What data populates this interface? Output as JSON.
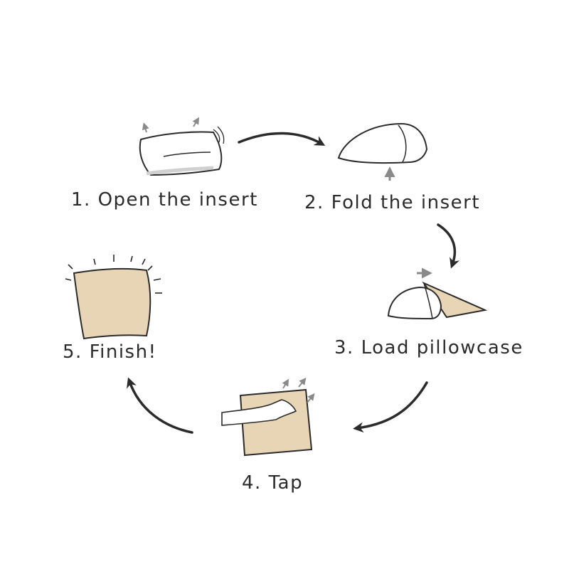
{
  "steps": [
    {
      "label": "1. Open the insert",
      "icon": "pillow-insert-icon"
    },
    {
      "label": "2. Fold the insert",
      "icon": "folded-insert-icon"
    },
    {
      "label": "3. Load pillowcase",
      "icon": "insert-into-case-icon"
    },
    {
      "label": "4. Tap",
      "icon": "hand-tapping-pillow-icon"
    },
    {
      "label": "5. Finish!",
      "icon": "finished-pillow-icon"
    }
  ],
  "colors": {
    "pillowcase_fill": "#e8d5b5",
    "line": "#2b2b2b",
    "hint_arrow": "#8a8a8a",
    "insert_fill": "#ffffff"
  }
}
